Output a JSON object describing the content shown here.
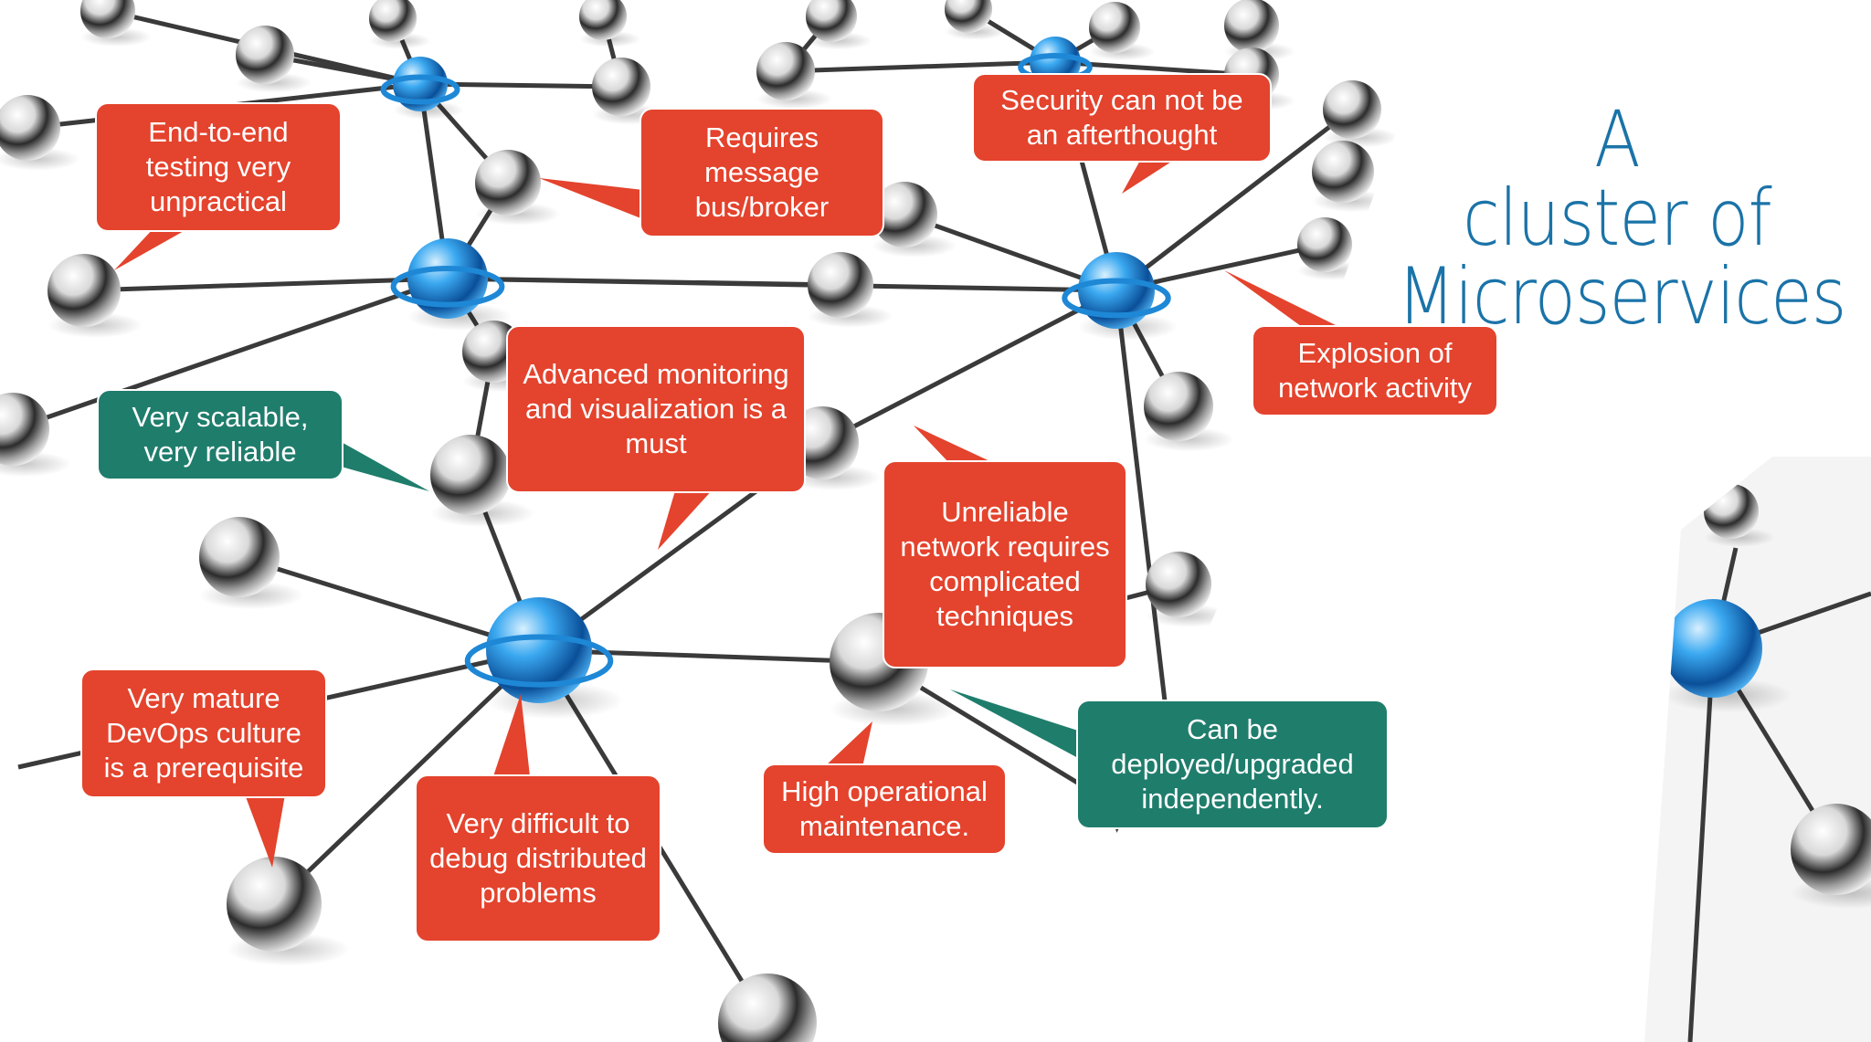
{
  "title": {
    "line1": "A",
    "line2": "cluster of",
    "line3": "Microservices",
    "color": "#1a73a8"
  },
  "colors": {
    "red": "#e4432d",
    "teal": "#1f7d6c",
    "hub": "#1e88d6",
    "node": "#c8c8c8",
    "edge": "#3a3a3a"
  },
  "callouts": {
    "e2e_testing": "End-to-end testing very unpractical",
    "message_bus": "Requires message bus/broker",
    "security": "Security can not be an afterthought",
    "network_activity": "Explosion of network activity",
    "scalable": "Very scalable, very reliable",
    "monitoring": "Advanced monitoring and visualization is a must",
    "unreliable_network": "Unreliable network requires complicated techniques",
    "devops": "Very mature DevOps culture is a prerequisite",
    "debug": "Very difficult to debug distributed problems",
    "maintenance": "High operational maintenance.",
    "deployed": "Can be deployed/upgraded independently."
  }
}
